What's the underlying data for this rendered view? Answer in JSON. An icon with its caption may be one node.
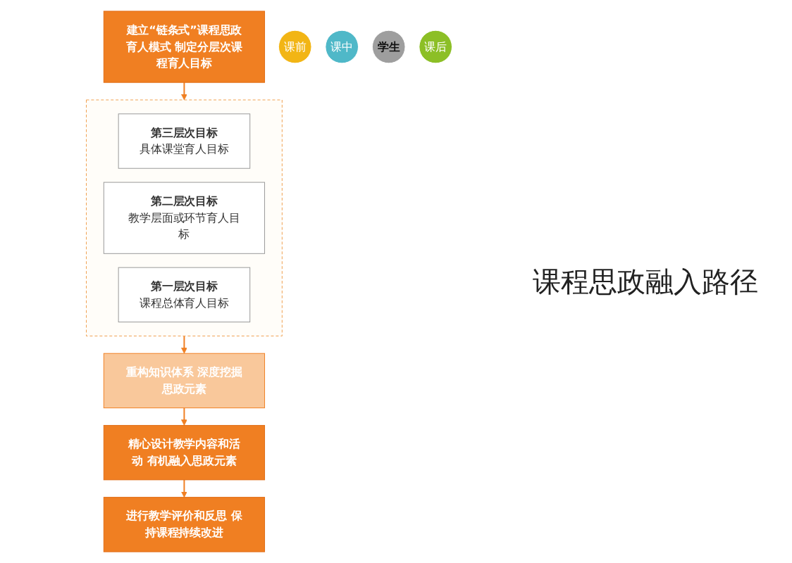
{
  "diagram": {
    "nodes": [
      {
        "text": [
          "建立“链条式”课程思政育人模式 制定分层次课程育人目标"
        ]
      },
      {
        "text": [],
        "shape": "box"
      },
      {
        "text": [
          "第三层次目标",
          "具体课堂育人目标"
        ],
        "in": 1
      },
      {
        "text": [
          "第二层次目标",
          "教学层面或环节育人目标"
        ],
        "in": 1
      },
      {
        "text": [
          "第一层次目标",
          "课程总体育人目标"
        ],
        "in": 1
      },
      {
        "text": [
          "重构知识体系 深度挖掘思政元素"
        ]
      },
      {
        "text": [
          "精心设计教学内容和活动 有机融入思政元素"
        ]
      },
      {
        "text": [
          "进行教学评价和反思 保持课程持续改进"
        ]
      },
      {
        "text": [
          "课前"
        ]
      },
      {
        "text": [
          "课中"
        ]
      },
      {
        "text": [
          "学生"
        ]
      },
      {
        "text": [
          "课后"
        ]
      }
    ],
    "edges": [
      {
        "from": 0,
        "to": 1,
        "arrow": "to"
      },
      {
        "from": 1,
        "to": 5,
        "arrow": "to"
      },
      {
        "from": 5,
        "to": 6,
        "arrow": "to"
      },
      {
        "from": 6,
        "to": 7,
        "arrow": "to"
      }
    ],
    "labels": [
      "课程思政融入路径"
    ]
  }
}
